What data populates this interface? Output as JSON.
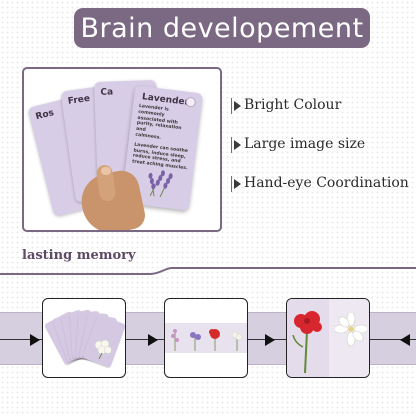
{
  "header": {
    "title": "Brain developement"
  },
  "features": [
    {
      "label": "Bright Colour",
      "icon": "triangle-bullet-icon"
    },
    {
      "label": "Large image size",
      "icon": "triangle-bullet-icon"
    },
    {
      "label": "Hand-eye Coordination",
      "icon": "triangle-bullet-icon"
    }
  ],
  "memory": {
    "label": "lasting memory"
  },
  "photo": {
    "cards": [
      {
        "title": "Ros"
      },
      {
        "title": "Free"
      },
      {
        "title": "Ca"
      }
    ],
    "main_card": {
      "title": "Lavender",
      "lines_a": [
        "Lavender is commonly",
        "associated with",
        "purity, relaxation and",
        "calmness."
      ],
      "lines_b": [
        "Lavender can soothe",
        "burns, induce sleep,",
        "reduce stress, and",
        "treat aching muscles."
      ]
    }
  },
  "colors": {
    "accent": "#7b6882",
    "band": "#d6cfe0",
    "card": "#d8cde6"
  }
}
